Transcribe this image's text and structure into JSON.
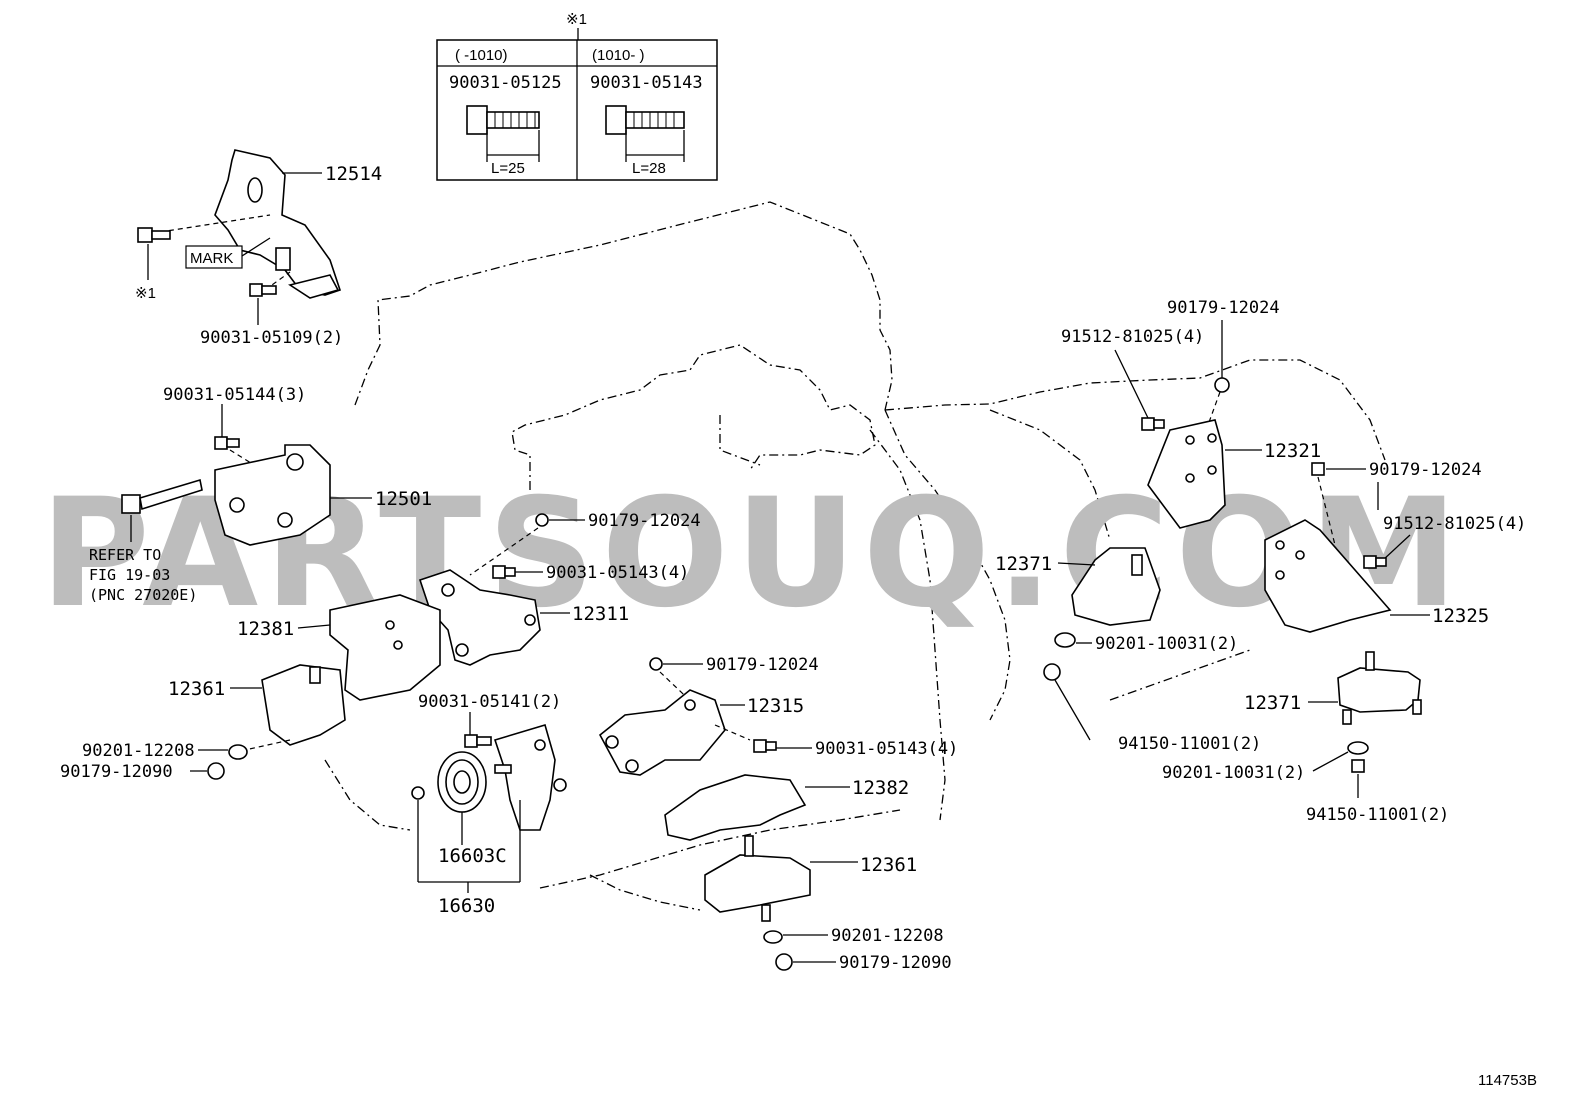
{
  "figure_id": "114753B",
  "watermark": "PARTSOUQ.COM",
  "note_table": {
    "marker": "※1",
    "col1_header": "(    -1010)",
    "col2_header": "(1010-    )",
    "col1_part": "90031-05125",
    "col2_part": "90031-05143",
    "col1_length": "L=25",
    "col2_length": "L=28"
  },
  "mark_label": "MARK",
  "marker_label": "※1",
  "refer_note": [
    "REFER TO",
    "FIG 19-03",
    "(PNC 27020E)"
  ],
  "labels": {
    "p12514": "12514",
    "p90031_05109": "90031-05109(2)",
    "p90031_05144": "90031-05144(3)",
    "p12501": "12501",
    "p90179_12024_a": "90179-12024",
    "p90031_05143_a": "90031-05143(4)",
    "p12311": "12311",
    "p12381": "12381",
    "p12361_a": "12361",
    "p90031_05141": "90031-05141(2)",
    "p90201_12208_a": "90201-12208",
    "p90179_12090_a": "90179-12090",
    "p16603C": "16603C",
    "p16630": "16630",
    "p90179_12024_b": "90179-12024",
    "p12315": "12315",
    "p90031_05143_b": "90031-05143(4)",
    "p12382": "12382",
    "p12361_b": "12361",
    "p90201_12208_b": "90201-12208",
    "p90179_12090_b": "90179-12090",
    "p90179_12024_c": "90179-12024",
    "p91512_81025_a": "91512-81025(4)",
    "p12321": "12321",
    "p90179_12024_d": "90179-12024",
    "p91512_81025_b": "91512-81025(4)",
    "p12371_a": "12371",
    "p12325": "12325",
    "p90201_10031_a": "90201-10031(2)",
    "p94150_11001_a": "94150-11001(2)",
    "p12371_b": "12371",
    "p90201_10031_b": "90201-10031(2)",
    "p94150_11001_b": "94150-11001(2)"
  }
}
